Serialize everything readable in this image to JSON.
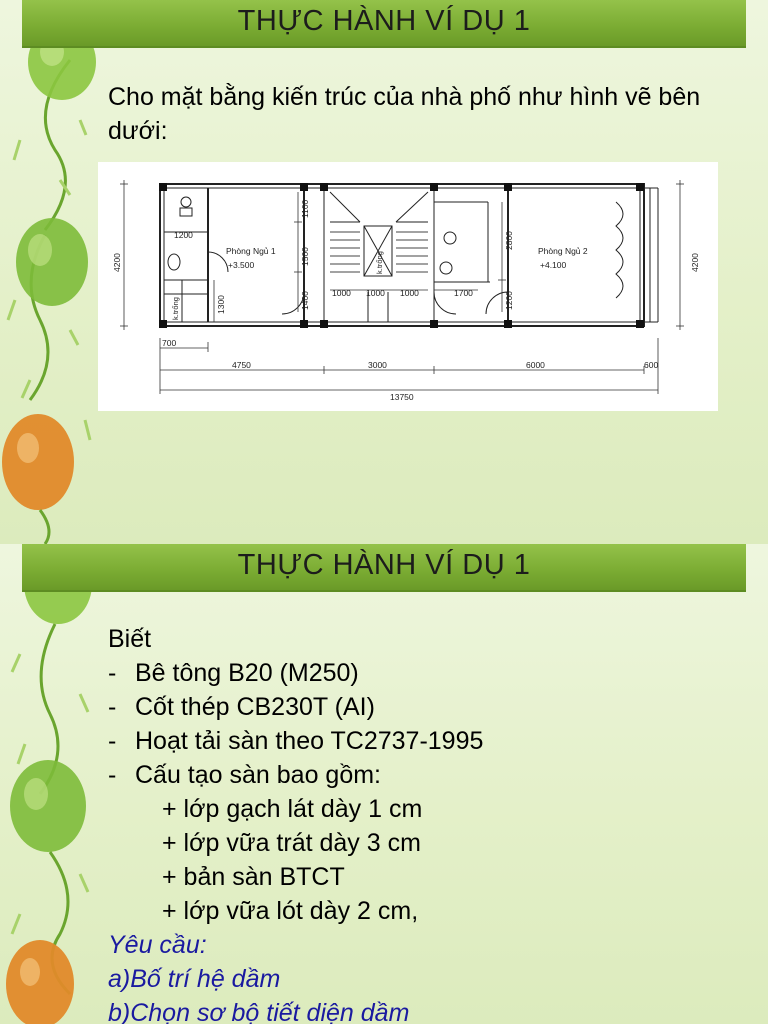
{
  "slide1": {
    "title": "THỰC HÀNH VÍ DỤ 1",
    "intro": "Cho mặt bằng kiến trúc của nhà phố như hình vẽ bên dưới:",
    "plan": {
      "room1_name": "Phòng Ngủ 1",
      "room1_level": "+3.500",
      "room2_name": "Phòng Ngủ 2",
      "room2_level": "+4.100",
      "void_label_left": "k.trống",
      "void_label_stair": "k.trống",
      "dims": {
        "left_height": "4200",
        "right_height": "4200",
        "d1200_top": "1200",
        "d1300": "1300",
        "d1100": "1100",
        "d1500": "1500",
        "d1400": "1400",
        "d2800": "2800",
        "d1200_right": "1200",
        "d1000_a": "1000",
        "d1000_b": "1000",
        "d1000_c": "1000",
        "d1700": "1700",
        "d700": "700",
        "d4750": "4750",
        "d3000": "3000",
        "d6000": "6000",
        "d600": "600",
        "total": "13750"
      }
    }
  },
  "slide2": {
    "title": "THỰC HÀNH VÍ DỤ 1",
    "heading": "Biết",
    "items": [
      {
        "dash": "-",
        "text": "Bê tông B20 (M250)"
      },
      {
        "dash": "-",
        "text": "Cốt thép CB230T (AI)"
      },
      {
        "dash": "-",
        "text": "Hoạt tải sàn theo TC2737-1995"
      },
      {
        "dash": "-",
        "text": "Cấu tạo sàn bao gồm:"
      }
    ],
    "subitems": [
      "+ lớp gạch lát dày 1 cm",
      "+ lớp vữa trát dày 3 cm",
      "+ bản sàn BTCT",
      "+ lớp vữa lót dày 2 cm,"
    ],
    "requirements_heading": "Yêu cầu:",
    "requirements": [
      "a)Bố trí hệ dầm",
      "b)Chọn sơ bộ tiết diện dầm"
    ]
  },
  "colors": {
    "title_bar": "#7aab32",
    "background": "#e6f1cc",
    "requirements_text": "#1a1aa0",
    "balloon_green": "#7dbb3a",
    "balloon_orange": "#e08a2a"
  }
}
